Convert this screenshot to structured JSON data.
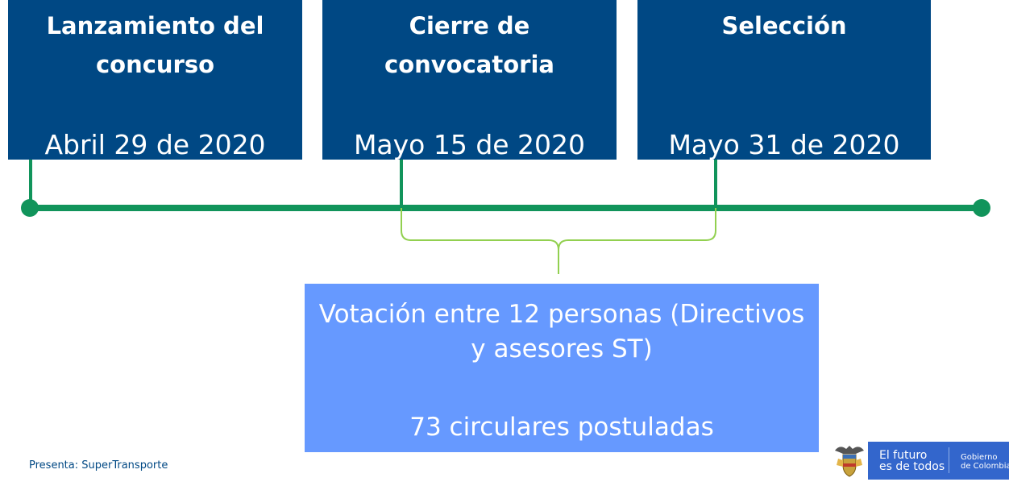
{
  "milestones": [
    {
      "title_line1": "Lanzamiento del",
      "title_line2": "concurso",
      "date": "Abril 29 de 2020"
    },
    {
      "title_line1": "Cierre de",
      "title_line2": "convocatoria",
      "date": "Mayo 15 de 2020"
    },
    {
      "title_line1": "Selección",
      "title_line2": "",
      "date": "Mayo 31 de 2020"
    }
  ],
  "vote_box": {
    "line1": "Votación entre 12 personas (Directivos",
    "line2": "y asesores ST)",
    "line3": "73 circulares postuladas"
  },
  "footer": {
    "presenter": "Presenta: SuperTransporte"
  },
  "gov_logo": {
    "slogan_line1": "El futuro",
    "slogan_line2": "es de todos",
    "gov_line1": "Gobierno",
    "gov_line2": "de Colombia"
  },
  "colors": {
    "milestone_bg": "#004884",
    "timeline": "#11945b",
    "bracket": "#92d050",
    "vote_box_bg": "#6699ff",
    "logo_panel": "#3366cc"
  }
}
